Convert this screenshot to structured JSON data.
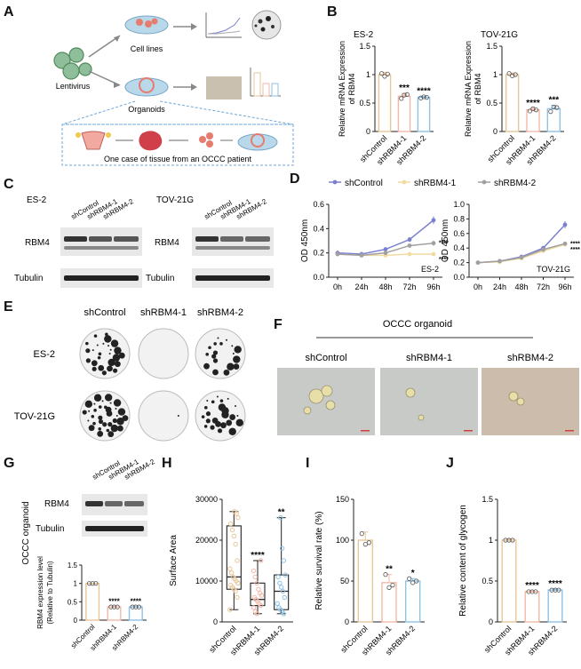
{
  "panel_labels": [
    "A",
    "B",
    "C",
    "D",
    "E",
    "F",
    "G",
    "H",
    "I",
    "J"
  ],
  "colors": {
    "tan": "#e6c79a",
    "pink": "#f2b8a8",
    "blue": "#8ec2e6",
    "purple": "#7b7fd0",
    "yellowish": "#f1dba0",
    "gray": "#a0a0a0",
    "dots": "#555555"
  },
  "panel_a": {
    "lentivirus": "Lentivirus",
    "cell_lines": "Cell lines",
    "organoids": "Organoids",
    "caption": "One case of tissue from an OCCC patient"
  },
  "panel_c": {
    "cells": [
      "ES-2",
      "TOV-21G"
    ],
    "lanes": [
      "shControl",
      "shRBM4-1",
      "shRBM4-2"
    ],
    "rows": [
      "RBM4",
      "Tubulin"
    ]
  },
  "panel_e": {
    "cols": [
      "shControl",
      "shRBM4-1",
      "shRBM4-2"
    ],
    "rows": [
      "ES-2",
      "TOV-21G"
    ]
  },
  "panel_f": {
    "title": "OCCC organoid",
    "cols": [
      "shControl",
      "shRBM4-1",
      "shRBM4-2"
    ]
  },
  "panel_g": {
    "blot_lanes": [
      "shControl",
      "shRBM4-1",
      "shRBM4-2"
    ],
    "blot_rows": [
      "RBM4",
      "Tubulin"
    ],
    "side_label": "OCCC organoid"
  },
  "chart_data": [
    {
      "id": "B-ES2",
      "type": "bar",
      "title": "ES-2",
      "ylabel": "Relative mRNA Expression of RBM4",
      "categories": [
        "shControl",
        "shRBM4-1",
        "shRBM4-2"
      ],
      "values": [
        1.0,
        0.62,
        0.6
      ],
      "errors": [
        0.04,
        0.05,
        0.02
      ],
      "points": [
        [
          1.02,
          0.97,
          1.01
        ],
        [
          0.58,
          0.64,
          0.65
        ],
        [
          0.59,
          0.61,
          0.6
        ]
      ],
      "sig": [
        "",
        "***",
        "****"
      ],
      "ylim": [
        0,
        1.5
      ],
      "yticks": [
        0,
        0.5,
        1.0,
        1.5
      ]
    },
    {
      "id": "B-TOV",
      "type": "bar",
      "title": "TOV-21G",
      "ylabel": "Relative mRNA Expression of RBM4",
      "categories": [
        "shControl",
        "shRBM4-1",
        "shRBM4-2"
      ],
      "values": [
        1.0,
        0.38,
        0.4
      ],
      "errors": [
        0.03,
        0.03,
        0.06
      ],
      "points": [
        [
          1.02,
          0.98,
          1.0
        ],
        [
          0.36,
          0.4,
          0.38
        ],
        [
          0.35,
          0.43,
          0.42
        ]
      ],
      "sig": [
        "",
        "****",
        "***"
      ],
      "ylim": [
        0,
        1.5
      ],
      "yticks": [
        0,
        0.5,
        1.0,
        1.5
      ]
    },
    {
      "id": "D-ES2",
      "type": "line",
      "annotation": "ES-2",
      "ylabel": "OD 450nm",
      "x": [
        "0h",
        "24h",
        "48h",
        "72h",
        "96h"
      ],
      "series": [
        {
          "name": "shControl",
          "values": [
            0.2,
            0.19,
            0.23,
            0.31,
            0.47
          ],
          "errors": [
            0.02,
            0.01,
            0.01,
            0.02,
            0.03
          ]
        },
        {
          "name": "shRBM4-1",
          "values": [
            0.19,
            0.18,
            0.18,
            0.19,
            0.19
          ],
          "errors": [
            0.01,
            0.01,
            0.01,
            0.01,
            0.01
          ]
        },
        {
          "name": "shRBM4-2",
          "values": [
            0.19,
            0.18,
            0.2,
            0.26,
            0.28
          ],
          "errors": [
            0.01,
            0.01,
            0.01,
            0.01,
            0.02
          ]
        }
      ],
      "sig": [
        "****",
        "****"
      ],
      "ylim": [
        0,
        0.6
      ],
      "yticks": [
        0.0,
        0.2,
        0.4,
        0.6
      ]
    },
    {
      "id": "D-TOV",
      "type": "line",
      "annotation": "TOV-21G",
      "ylabel": "OD 450nm",
      "x": [
        "0h",
        "24h",
        "48h",
        "72h",
        "96h"
      ],
      "series": [
        {
          "name": "shControl",
          "values": [
            0.2,
            0.22,
            0.28,
            0.4,
            0.72
          ],
          "errors": [
            0.01,
            0.01,
            0.02,
            0.02,
            0.05
          ]
        },
        {
          "name": "shRBM4-1",
          "values": [
            0.2,
            0.21,
            0.26,
            0.36,
            0.45
          ],
          "errors": [
            0.01,
            0.01,
            0.01,
            0.02,
            0.02
          ]
        },
        {
          "name": "shRBM4-2",
          "values": [
            0.2,
            0.22,
            0.27,
            0.38,
            0.46
          ],
          "errors": [
            0.01,
            0.01,
            0.01,
            0.02,
            0.02
          ]
        }
      ],
      "sig": [
        "****",
        "****"
      ],
      "ylim": [
        0,
        1.0
      ],
      "yticks": [
        0.0,
        0.2,
        0.4,
        0.6,
        0.8,
        1.0
      ]
    },
    {
      "id": "G",
      "type": "bar",
      "ylabel": "RBM4 expression level (Relative to Tubulin)",
      "categories": [
        "shControl",
        "shRBM4-1",
        "shRBM4-2"
      ],
      "values": [
        1.0,
        0.36,
        0.36
      ],
      "errors": [
        0.01,
        0.01,
        0.01
      ],
      "points": [
        [
          1.0,
          1.0,
          1.0
        ],
        [
          0.36,
          0.36,
          0.36
        ],
        [
          0.36,
          0.36,
          0.36
        ]
      ],
      "sig": [
        "",
        "****",
        "****"
      ],
      "ylim": [
        0,
        1.5
      ],
      "yticks": [
        0,
        0.5,
        1.0,
        1.5
      ]
    },
    {
      "id": "H",
      "type": "box",
      "ylabel": "Surface Area",
      "categories": [
        "shControl",
        "shRBM4-1",
        "shRBM4-2"
      ],
      "boxes": [
        {
          "min": 3000,
          "q1": 8000,
          "median": 11000,
          "q3": 23500,
          "max": 27000
        },
        {
          "min": 2000,
          "q1": 4000,
          "median": 5500,
          "q3": 9500,
          "max": 15000
        },
        {
          "min": 2000,
          "q1": 3000,
          "median": 7500,
          "q3": 11500,
          "max": 25500
        }
      ],
      "points": [
        [
          3000,
          6000,
          7500,
          8000,
          8500,
          9000,
          9500,
          10000,
          10500,
          11000,
          12000,
          13000,
          15000,
          19000,
          21000,
          22500,
          24000,
          25500,
          26500,
          27000
        ],
        [
          2000,
          2500,
          3500,
          4000,
          4500,
          5000,
          5500,
          6000,
          6500,
          7000,
          8000,
          9500,
          11000,
          12500,
          15000
        ],
        [
          2000,
          2500,
          3000,
          3500,
          4500,
          6000,
          7500,
          8500,
          9500,
          11000,
          11500,
          15000,
          18000,
          25500
        ]
      ],
      "sig": [
        "",
        "****",
        "**"
      ],
      "ylim": [
        0,
        30000
      ],
      "yticks": [
        0,
        10000,
        20000,
        30000
      ]
    },
    {
      "id": "I",
      "type": "bar",
      "ylabel": "Relative survival rate (%)",
      "categories": [
        "shControl",
        "shRBM4-1",
        "shRBM4-2"
      ],
      "values": [
        100,
        48,
        50
      ],
      "errors": [
        10,
        10,
        3
      ],
      "points": [
        [
          108,
          95,
          97
        ],
        [
          58,
          42,
          45
        ],
        [
          53,
          48,
          50
        ]
      ],
      "sig": [
        "",
        "**",
        "*"
      ],
      "ylim": [
        0,
        150
      ],
      "yticks": [
        0,
        50,
        100,
        150
      ]
    },
    {
      "id": "J",
      "type": "bar",
      "ylabel": "Relative content of glycogen",
      "categories": [
        "shControl",
        "shRBM4-1",
        "shRBM4-2"
      ],
      "values": [
        1.0,
        0.37,
        0.39
      ],
      "errors": [
        0.01,
        0.01,
        0.01
      ],
      "points": [
        [
          1.0,
          1.0,
          1.0
        ],
        [
          0.37,
          0.37,
          0.37
        ],
        [
          0.39,
          0.39,
          0.39
        ]
      ],
      "sig": [
        "",
        "****",
        "****"
      ],
      "ylim": [
        0,
        1.5
      ],
      "yticks": [
        0.0,
        0.5,
        1.0,
        1.5
      ]
    }
  ]
}
